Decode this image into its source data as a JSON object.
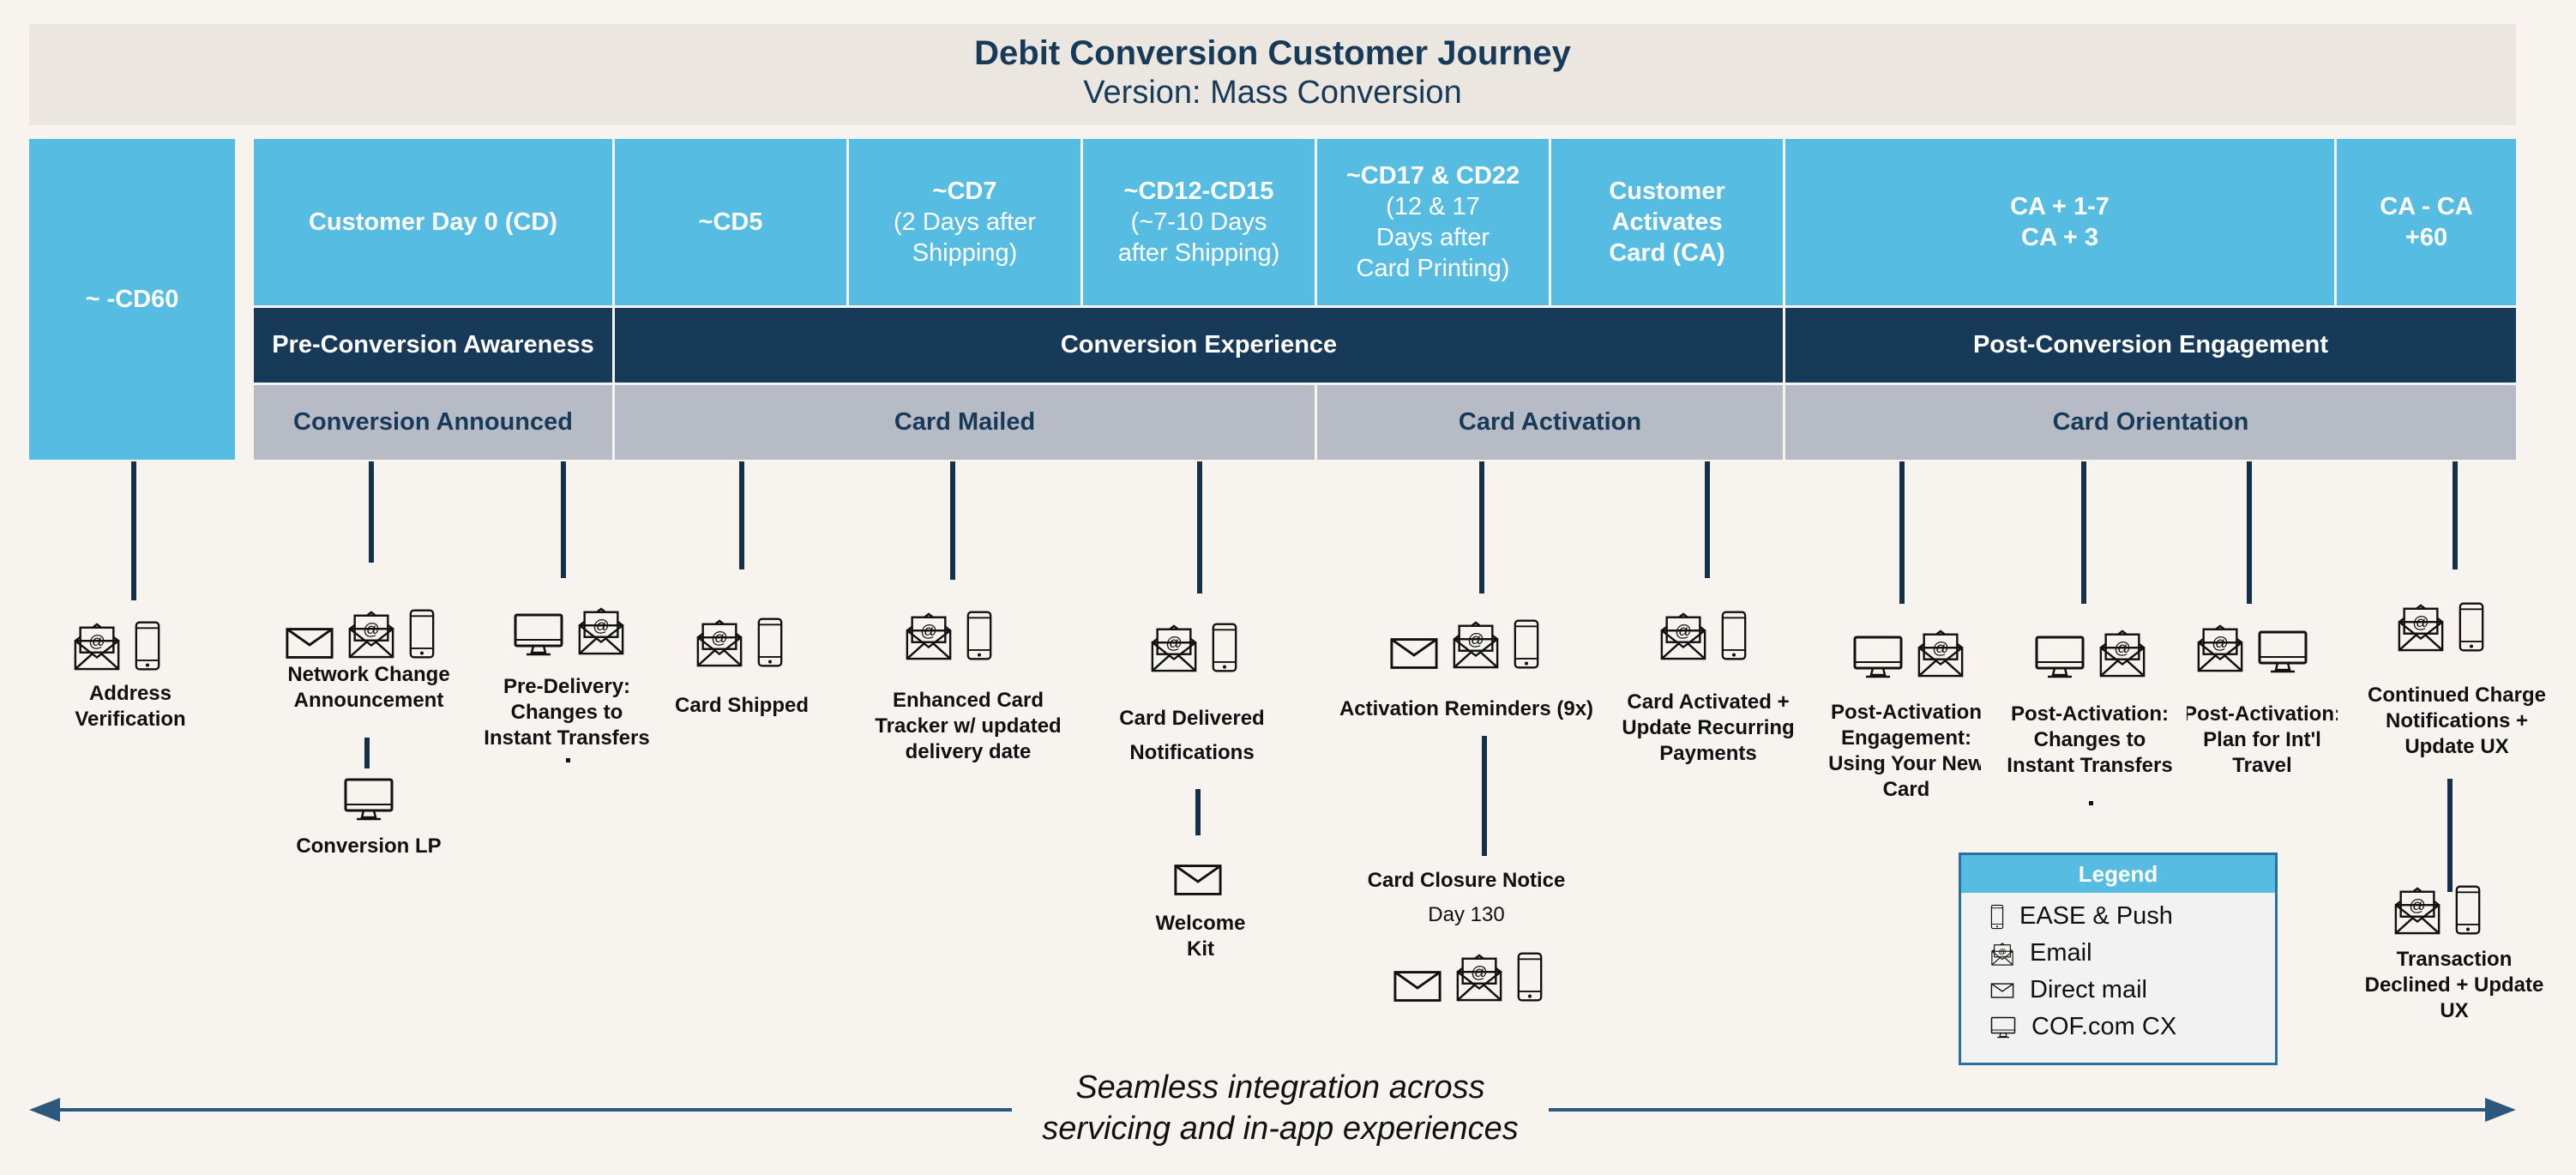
{
  "header": {
    "title": "Debit Conversion Customer Journey",
    "subtitle": "Version: Mass Conversion"
  },
  "timeline": {
    "pre": "~ -CD60",
    "cols": [
      {
        "main": "Customer Day 0 (CD)",
        "sub": ""
      },
      {
        "main": "~CD5",
        "sub": ""
      },
      {
        "main": "~CD7",
        "sub": "(2 Days after Shipping)"
      },
      {
        "main": "~CD12-CD15",
        "sub": "(~7-10 Days after Shipping)"
      },
      {
        "main": "~CD17 & CD22",
        "sub": "(12 & 17 Days after Card Printing)"
      },
      {
        "main": "Customer Activates Card (CA)",
        "sub": ""
      },
      {
        "main": "CA + 1-7\nCA + 3",
        "sub": ""
      },
      {
        "main": "CA - CA +60",
        "sub": ""
      }
    ]
  },
  "phases": [
    "Pre-Conversion Awareness",
    "Conversion Experience",
    "Post-Conversion Engagement"
  ],
  "stages": [
    "Conversion Announced",
    "Card Mailed",
    "Card Activation",
    "Card Orientation"
  ],
  "touchpoints": {
    "address_verification": "Address Verification",
    "network_change": "Network Change Announcement",
    "conversion_lp": "Conversion LP",
    "pre_delivery": "Pre-Delivery: Changes to Instant Transfers",
    "card_shipped": "Card Shipped",
    "enhanced_tracker": "Enhanced Card Tracker w/ updated delivery date",
    "card_delivered": "Card Delivered Notifications",
    "welcome_kit": "Welcome Kit",
    "activation_reminders": "Activation Reminders (9x)",
    "card_closure": "Card Closure Notice",
    "card_closure_day": "Day 130",
    "card_activated": "Card Activated + Update Recurring Payments",
    "post_using": "Post-Activation Engagement: Using Your New Card",
    "post_transfers": "Post-Activation: Changes to Instant Transfers",
    "post_travel": "Post-Activation: Plan for Int'l Travel",
    "continued_charge": "Continued Charge Notifications + Update UX",
    "transaction_declined": "Transaction Declined + Update UX"
  },
  "legend": {
    "title": "Legend",
    "items": [
      {
        "label": "EASE & Push",
        "icon": "phone-icon"
      },
      {
        "label": "Email",
        "icon": "email-icon"
      },
      {
        "label": "Direct mail",
        "icon": "mail-envelope-icon"
      },
      {
        "label": "COF.com CX",
        "icon": "monitor-icon"
      }
    ]
  },
  "footer": {
    "line1": "Seamless integration across",
    "line2": "servicing and in-app experiences"
  },
  "colors": {
    "light_blue": "#57bce2",
    "navy": "#183a59",
    "gray": "#b6bbc5",
    "header_bg": "#ebe6df"
  }
}
